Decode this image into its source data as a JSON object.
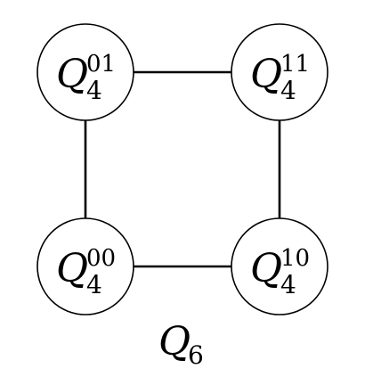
{
  "nodes": [
    {
      "id": "q01",
      "base": "Q",
      "subscript": "4",
      "superscript": "01"
    },
    {
      "id": "q11",
      "base": "Q",
      "subscript": "4",
      "superscript": "11"
    },
    {
      "id": "q00",
      "base": "Q",
      "subscript": "4",
      "superscript": "00"
    },
    {
      "id": "q10",
      "base": "Q",
      "subscript": "4",
      "superscript": "10"
    }
  ],
  "edges": [
    {
      "from": "q01",
      "to": "q11"
    },
    {
      "from": "q01",
      "to": "q00"
    },
    {
      "from": "q11",
      "to": "q10"
    },
    {
      "from": "q00",
      "to": "q10"
    }
  ],
  "caption": {
    "base": "Q",
    "subscript": "6"
  }
}
